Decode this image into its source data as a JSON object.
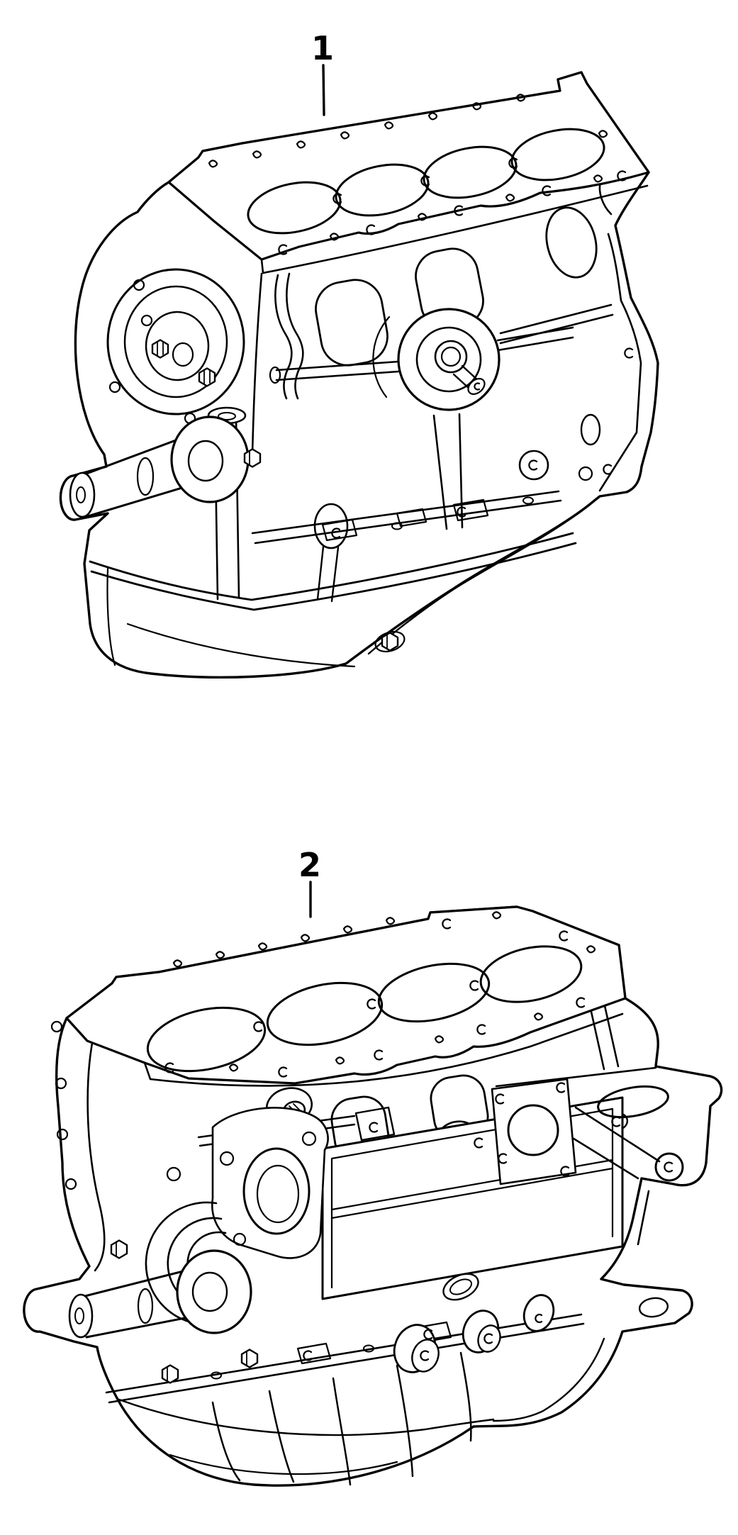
{
  "page": {
    "background_color": "#ffffff"
  },
  "diagram": {
    "type": "parts-illustration",
    "stroke_color": "#000000",
    "figures": [
      {
        "callout": "1"
      },
      {
        "callout": "2"
      }
    ]
  }
}
